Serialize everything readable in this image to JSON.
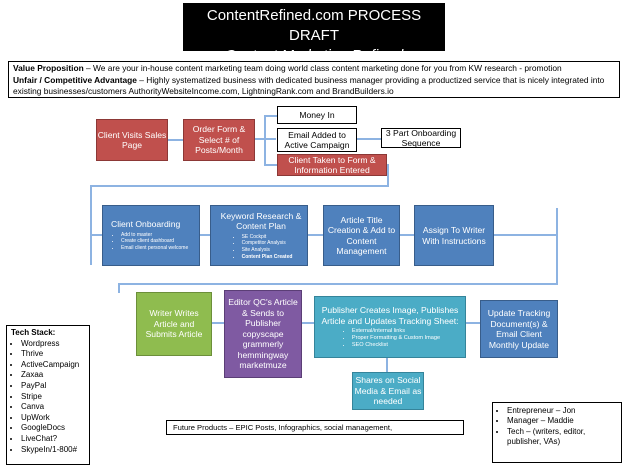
{
  "title": {
    "line1": "ContentRefined.com PROCESS DRAFT",
    "line2": "Content Marketing Refined"
  },
  "value_prop": {
    "label1": "Value Proposition",
    "text1": " – We are your in-house content marketing team doing world class content marketing done for you from KW research - promotion",
    "label2": "Unfair / Competitive Advantage",
    "text2": " – Highly systematized business with dedicated business manager providing a productized service that is nicely integrated into existing businesses/customers  AuthorityWebsiteIncome.com,  LightningRank.com and BrandBuilders.io"
  },
  "nodes": {
    "client_visits": "Client Visits Sales Page",
    "order_form": "Order Form & Select # of Posts/Month",
    "money_in": "Money In",
    "email_added": "Email Added to Active Campaign",
    "onboarding_seq": "3 Part Onboarding Sequence",
    "client_taken": "Client Taken to Form & Information Entered",
    "client_onboarding": {
      "title": "Client Onboarding",
      "items": [
        "Add to master",
        "Create client dashboard",
        "Email client personal welcome"
      ]
    },
    "keyword_research": {
      "title": "Keyword Research & Content Plan",
      "items": [
        "SE Cockpit",
        "Competitor Analysis",
        "Site Analysis",
        "Content Plan Created"
      ]
    },
    "article_title": "Article Title Creation & Add to Content Management",
    "assign_writer": "Assign To Writer With Instructions",
    "writer_writes": "Writer Writes Article and Submits Article",
    "editor_qc": {
      "title": "Editor QC's Article & Sends to Publisher",
      "items": [
        "copyscape",
        "grammerly",
        "hemmingway",
        "marketmuze"
      ]
    },
    "publisher": {
      "title": "Publisher  Creates Image, Publishes Article and Updates Tracking Sheet:",
      "items": [
        "External/internal  links",
        "Proper Formatting & Custom Image",
        "SEO Checklist"
      ]
    },
    "update_tracking": "Update Tracking Document(s) & Email Client Monthly Update",
    "shares": "Shares on Social Media & Email as needed"
  },
  "tech_stack": {
    "title": "Tech Stack:",
    "items": [
      "Wordpress",
      "Thrive",
      "ActiveCampaign",
      "Zaxaa",
      "PayPal",
      "Stripe",
      "Canva",
      "UpWork",
      "GoogleDocs",
      "LiveChat?",
      "SkypeIn/1-800#"
    ]
  },
  "people": {
    "items": [
      "Entrepreneur  – Jon",
      "Manager – Maddie",
      "Tech – (writers, editor, publisher, VAs)"
    ]
  },
  "future": "Future Products – EPIC Posts, Infographics,  social management,"
}
